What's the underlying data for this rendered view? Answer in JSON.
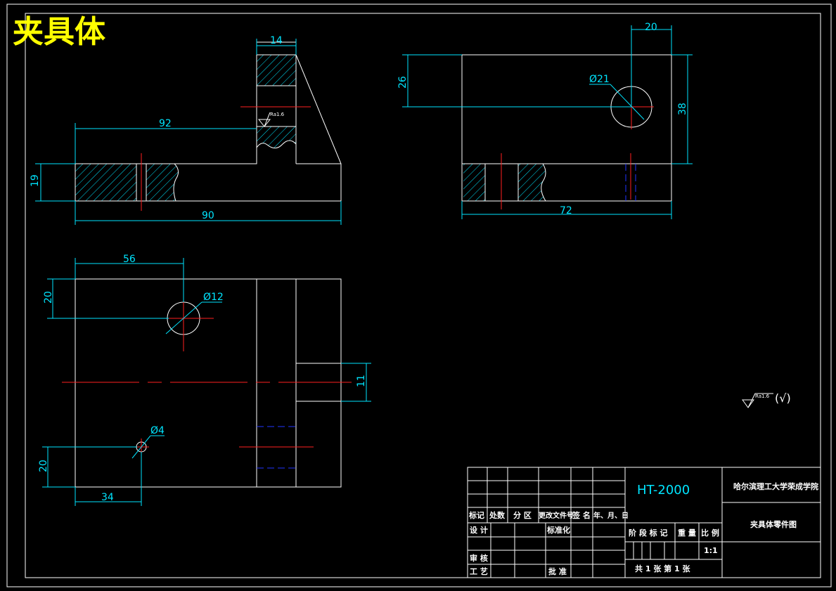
{
  "drawing_title": "夹具体",
  "material": "HT-2000",
  "school": "哈尔滨理工大学荣成学院",
  "drawing_name": "夹具体零件图",
  "surface_note": "Ra1.6",
  "surface_general": "(√)",
  "dims": {
    "d14": "14",
    "d92": "92",
    "d19": "19",
    "d90": "90",
    "d20a": "20",
    "d26": "26",
    "dia21": "Ø21",
    "d38": "38",
    "d72": "72",
    "d56": "56",
    "d20b": "20",
    "dia12": "Ø12",
    "d11": "11",
    "dia4": "Ø4",
    "d20c": "20",
    "d34": "34"
  },
  "title_block": {
    "h_mark": "标记",
    "h_count": "处数",
    "h_zone": "分 区",
    "h_docno": "更改文件号",
    "h_sign": "签 名",
    "h_date": "年、月、日",
    "design": "设 计",
    "standard": "标准化",
    "review": "审 核",
    "process": "工 艺",
    "approve": "批 准",
    "stage": "阶 段 标 记",
    "weight": "重 量",
    "scale_label": "比 例",
    "scale": "1:1",
    "sheets": "共  1  张    第  1  张"
  }
}
